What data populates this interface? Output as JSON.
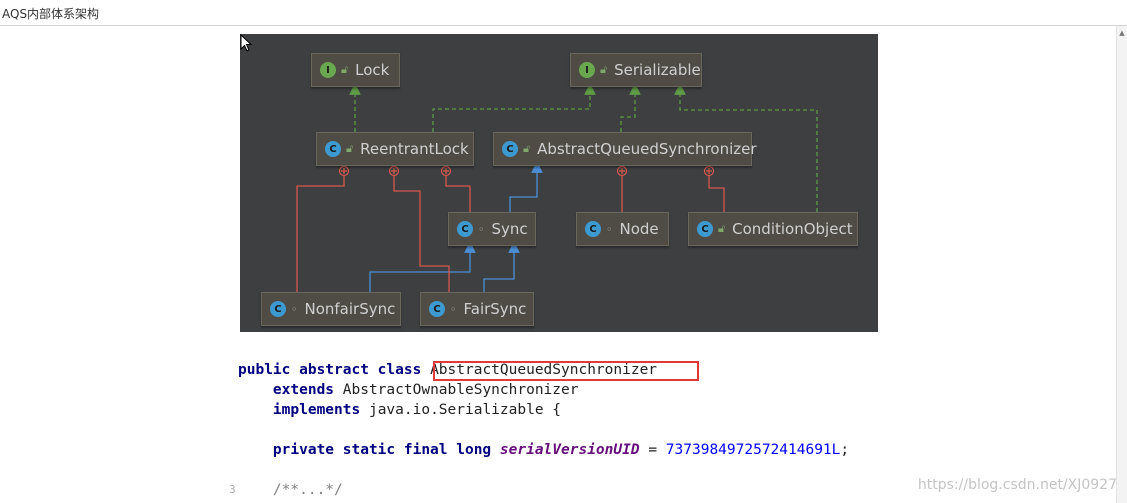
{
  "title": "AQS内部体系架构",
  "diagram": {
    "nodes": [
      {
        "id": "lock",
        "label": "Lock",
        "badge": "I",
        "kind": "interface",
        "visibility": "public"
      },
      {
        "id": "serializable",
        "label": "Serializable",
        "badge": "I",
        "kind": "interface",
        "visibility": "public"
      },
      {
        "id": "reentrantlock",
        "label": "ReentrantLock",
        "badge": "C",
        "kind": "class",
        "visibility": "public"
      },
      {
        "id": "aqs",
        "label": "AbstractQueuedSynchronizer",
        "badge": "C",
        "kind": "class",
        "visibility": "public"
      },
      {
        "id": "sync",
        "label": "Sync",
        "badge": "C",
        "kind": "abstract-class",
        "visibility": "package"
      },
      {
        "id": "node",
        "label": "Node",
        "badge": "C",
        "kind": "class",
        "visibility": "package"
      },
      {
        "id": "conditionobject",
        "label": "ConditionObject",
        "badge": "C",
        "kind": "class",
        "visibility": "public"
      },
      {
        "id": "nonfairsync",
        "label": "NonfairSync",
        "badge": "C",
        "kind": "class",
        "visibility": "package"
      },
      {
        "id": "fairsync",
        "label": "FairSync",
        "badge": "C",
        "kind": "class",
        "visibility": "package"
      }
    ],
    "colors": {
      "background": "#3d3f41",
      "implements": "#5f9a45",
      "extends": "#4c8fd6",
      "inner": "#d9574c"
    }
  },
  "code": {
    "line1_kw": "public abstract class",
    "line1_name": "AbstractQueuedSynchronizer",
    "line2_kw": "extends",
    "line2_name": "AbstractOwnableSynchronizer",
    "line3_kw": "implements",
    "line3_name": "java.io.Serializable {",
    "line5_kw": "private static final long",
    "line5_field": "serialVersionUID",
    "line5_eq": " = ",
    "line5_num": "7373984972572414691L",
    "line5_end": ";",
    "line7": "/**...*/",
    "gutter": "3"
  },
  "watermark": "https://blog.csdn.net/XJ0927"
}
